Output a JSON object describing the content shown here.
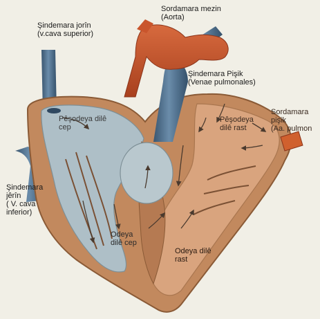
{
  "labels": {
    "aorta": {
      "line1": "Sordamara mezin",
      "line2": "(Aorta)"
    },
    "svc": {
      "line1": "Şindemara jorîn",
      "line2": "(v.cava superior)"
    },
    "pulm_veins": {
      "line1": "Şindemara Pişik",
      "line2": "(Venae pulmonales)"
    },
    "pulm_artery": {
      "line1": "Sordamara",
      "line2": "pişik",
      "line3": "(Aa. pulmon"
    },
    "left_atrium": {
      "line1": "Pêşodeya",
      "line2": "dilê rast"
    },
    "right_atrium": {
      "line1": "Pêşodeya dilê",
      "line2": "cep"
    },
    "ivc": {
      "line1": "Şindemara",
      "line2": "jêrîn",
      "line3": "( V. cava",
      "line4": "inferior)"
    },
    "right_ventricle": {
      "line1": "Odeya",
      "line2": "dilê cep"
    },
    "left_ventricle": {
      "line1": "Odeya dilê",
      "line2": "rast"
    }
  },
  "colors": {
    "background": "#f1efe6",
    "muscle": "#c2895e",
    "muscle_dark": "#8a5a36",
    "chamber_right": "#aebfc7",
    "chamber_left": "#d9a47e",
    "vein_blue": "#4a6c8a",
    "aorta_red": "#c9552c",
    "arrow": "#4a3a2e"
  }
}
